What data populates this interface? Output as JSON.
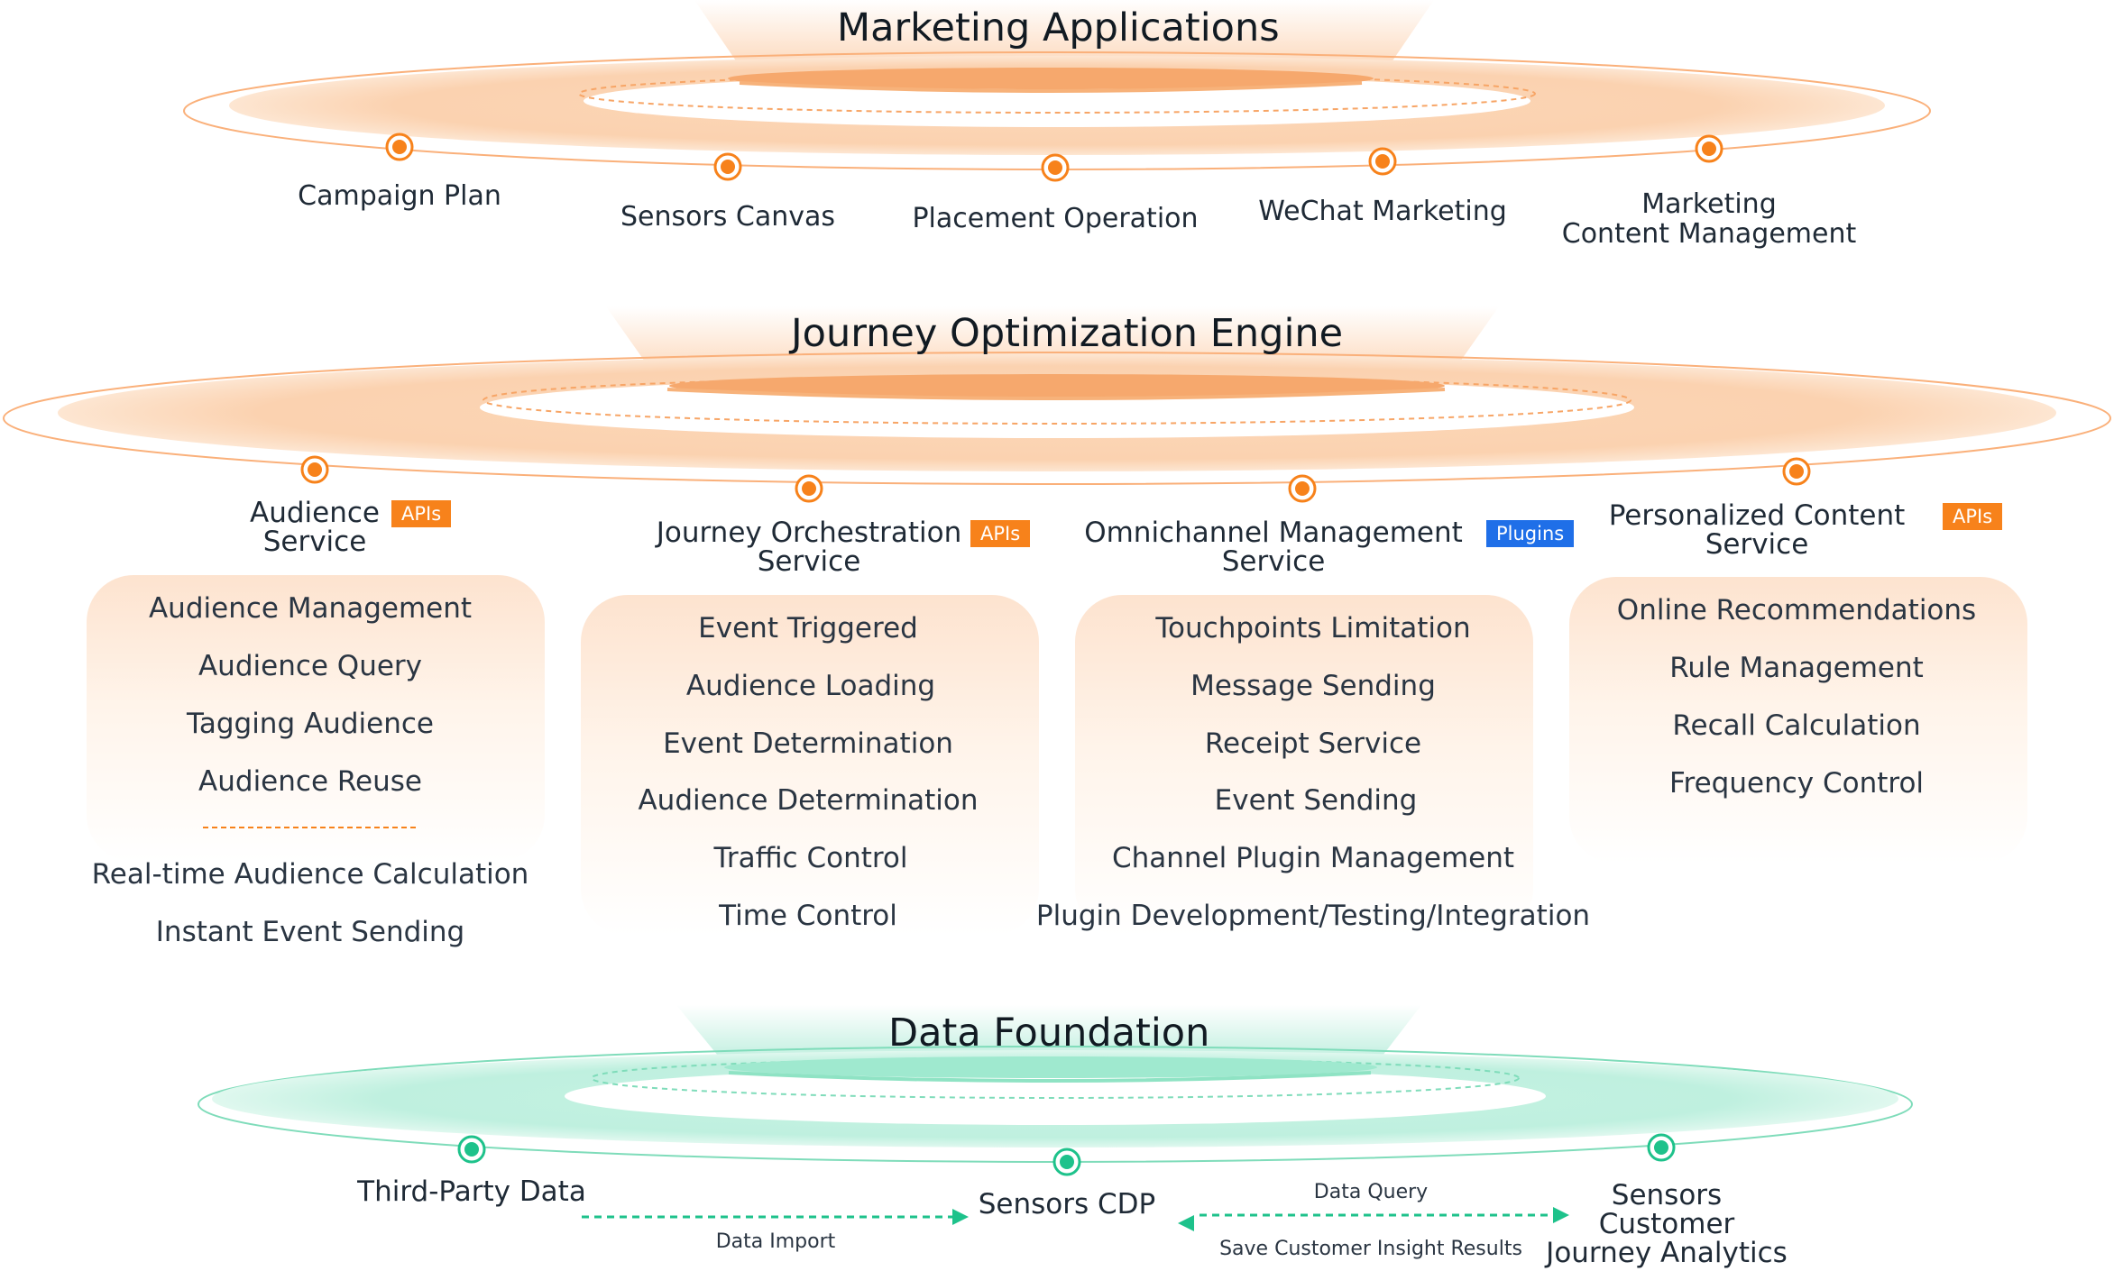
{
  "sections": {
    "marketing": "Marketing Applications",
    "engine": "Journey Optimization Engine",
    "data": "Data Foundation"
  },
  "marketing_apps": [
    {
      "label": "Campaign Plan"
    },
    {
      "label": "Sensors Canvas"
    },
    {
      "label": "Placement Operation"
    },
    {
      "label": "WeChat Marketing"
    },
    {
      "label": "Marketing\nContent Management"
    }
  ],
  "services": [
    {
      "title": "Audience\nService",
      "badge": "APIs",
      "items": [
        "Audience Management",
        "Audience Query",
        "Tagging Audience",
        "Audience Reuse"
      ],
      "extra_items": [
        "Real-time Audience Calculation",
        "Instant Event Sending"
      ]
    },
    {
      "title": "Journey Orchestration\nService",
      "badge": "APIs",
      "items": [
        "Event Triggered",
        "Audience Loading",
        "Event Determination",
        "Audience Determination",
        "Traffic Control",
        "Time Control"
      ]
    },
    {
      "title": "Omnichannel Management\nService",
      "badge": "Plugins",
      "items": [
        "Touchpoints Limitation",
        "Message Sending",
        "Receipt Service",
        "Event Sending",
        "Channel Plugin Management",
        "Plugin Development/Testing/Integration"
      ]
    },
    {
      "title": "Personalized Content\nService",
      "badge": "APIs",
      "items": [
        "Online Recommendations",
        "Rule Management",
        "Recall Calculation",
        "Frequency Control"
      ]
    }
  ],
  "data_sources": [
    {
      "label": "Third-Party Data"
    },
    {
      "label": "Sensors CDP"
    },
    {
      "label": "Sensors\nCustomer\nJourney Analytics"
    }
  ],
  "flows": {
    "import": "Data Import",
    "query": "Data Query",
    "save": "Save Customer Insight Results"
  },
  "colors": {
    "orange": "#f7821b",
    "green": "#1ec28b",
    "blue": "#1f6fe8"
  }
}
